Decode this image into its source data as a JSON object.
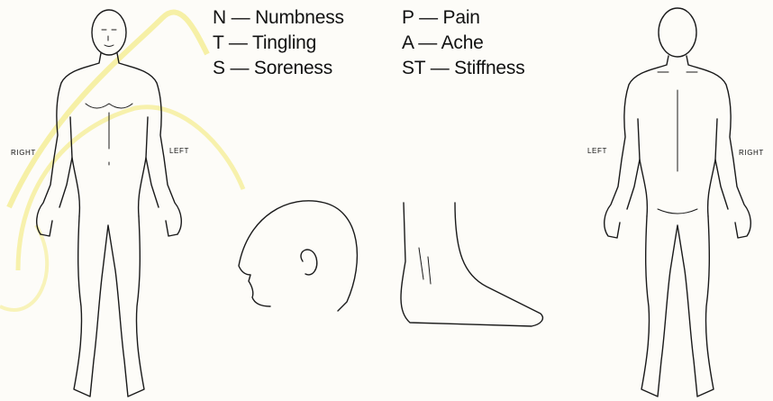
{
  "legend": {
    "left": [
      {
        "code": "N",
        "label": "Numbness"
      },
      {
        "code": "T",
        "label": "Tingling"
      },
      {
        "code": "S",
        "label": "Soreness"
      }
    ],
    "right": [
      {
        "code": "P",
        "label": "Pain"
      },
      {
        "code": "A",
        "label": "Ache"
      },
      {
        "code": "ST",
        "label": "Stiffness"
      }
    ],
    "separator": "—"
  },
  "labels": {
    "front_right": "RIGHT",
    "front_left": "LEFT",
    "back_left": "LEFT",
    "back_right": "RIGHT"
  },
  "colors": {
    "highlighter": "#f3ea7a",
    "ink": "#1a1a1a"
  }
}
